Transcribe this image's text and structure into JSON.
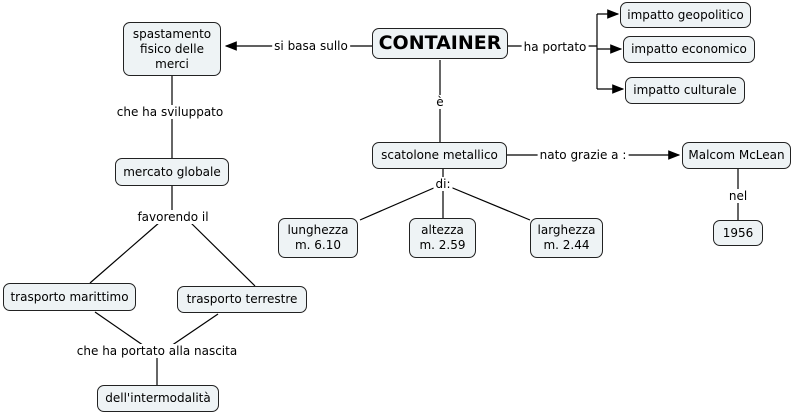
{
  "nodes": {
    "container": "CONTAINER",
    "spastamento": "spastamento\nfisico delle\nmerci",
    "geopolitico": "impatto geopolitico",
    "economico": "impatto economico",
    "culturale": "impatto culturale",
    "scatolone": "scatolone metallico",
    "mclean": "Malcom McLean",
    "anno": "1956",
    "lunghezza": "lunghezza\nm. 6.10",
    "altezza": "altezza\nm. 2.59",
    "larghezza": "larghezza\nm. 2.44",
    "mercato": "mercato globale",
    "marittimo": "trasporto marittimo",
    "terrestre": "trasporto terrestre",
    "intermodalita": "dell'intermodalità"
  },
  "links": {
    "si_basa": "si basa sullo",
    "ha_portato": "ha portato",
    "e": "è",
    "nato_grazie": "nato grazie a :",
    "nel": "nel",
    "di": "di:",
    "sviluppato": "che ha sviluppato",
    "favorendo": "favorendo il",
    "nascita": "che ha portato alla nascita"
  }
}
